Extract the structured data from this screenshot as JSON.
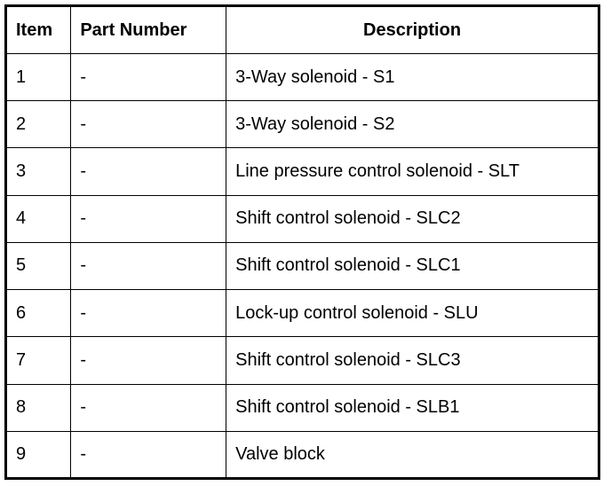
{
  "table": {
    "columns": [
      {
        "key": "item",
        "label": "Item",
        "align": "left"
      },
      {
        "key": "part_number",
        "label": "Part Number",
        "align": "left"
      },
      {
        "key": "description",
        "label": "Description",
        "align": "center"
      }
    ],
    "rows": [
      {
        "item": "1",
        "part_number": "-",
        "description": "3-Way solenoid - S1"
      },
      {
        "item": "2",
        "part_number": "-",
        "description": "3-Way solenoid - S2"
      },
      {
        "item": "3",
        "part_number": "-",
        "description": "Line pressure control solenoid - SLT"
      },
      {
        "item": "4",
        "part_number": "-",
        "description": "Shift control solenoid - SLC2"
      },
      {
        "item": "5",
        "part_number": "-",
        "description": "Shift control solenoid - SLC1"
      },
      {
        "item": "6",
        "part_number": "-",
        "description": "Lock-up control solenoid - SLU"
      },
      {
        "item": "7",
        "part_number": "-",
        "description": "Shift control solenoid - SLC3"
      },
      {
        "item": "8",
        "part_number": "-",
        "description": "Shift control solenoid - SLB1"
      },
      {
        "item": "9",
        "part_number": "-",
        "description": "Valve block"
      }
    ]
  },
  "style": {
    "border_color": "#000000",
    "background_color": "#ffffff",
    "text_color": "#000000"
  }
}
